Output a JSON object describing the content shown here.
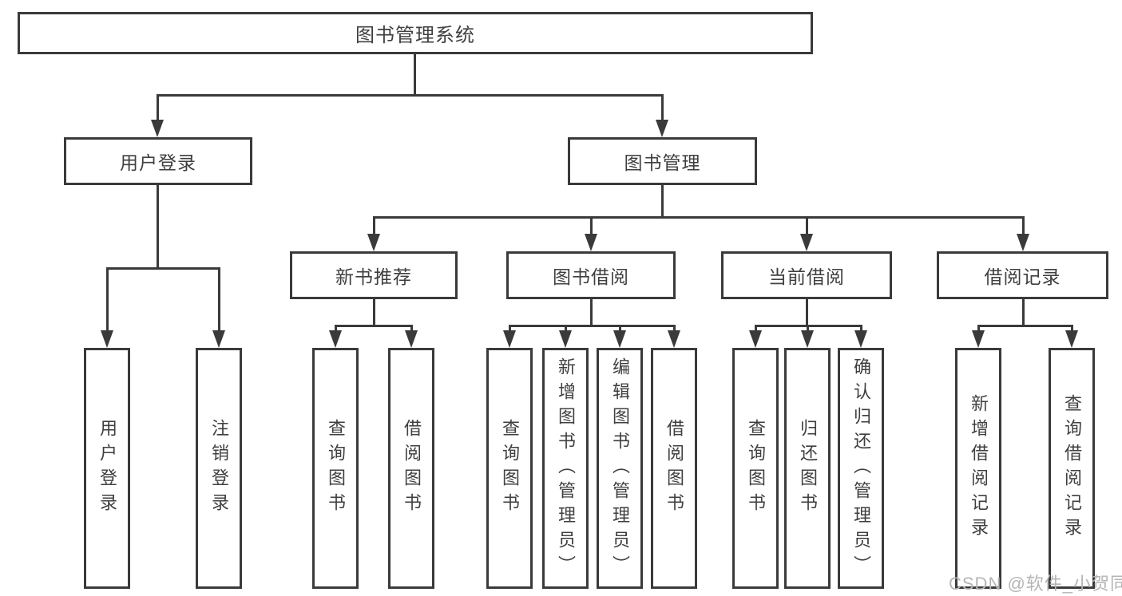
{
  "diagram": {
    "root": "图书管理系统",
    "level2": [
      {
        "label": "用户登录",
        "children": [
          "用户登录",
          "注销登录"
        ]
      },
      {
        "label": "图书管理"
      }
    ],
    "level3": [
      {
        "label": "新书推荐",
        "children": [
          "查询图书",
          "借阅图书"
        ]
      },
      {
        "label": "图书借阅",
        "children": [
          "查询图书",
          "新增图书（管理员）",
          "编辑图书（管理员）",
          "借阅图书"
        ]
      },
      {
        "label": "当前借阅",
        "children": [
          "查询图书",
          "归还图书",
          "确认归还（管理员）"
        ]
      },
      {
        "label": "借阅记录",
        "children": [
          "新增借阅记录",
          "查询借阅记录"
        ]
      }
    ],
    "colors": {
      "line": "#3a3a3a",
      "text": "#3f3f3f",
      "watermark": "#b5b5b5"
    }
  },
  "watermark": {
    "text": "CSDN @软件_小贺同学"
  }
}
